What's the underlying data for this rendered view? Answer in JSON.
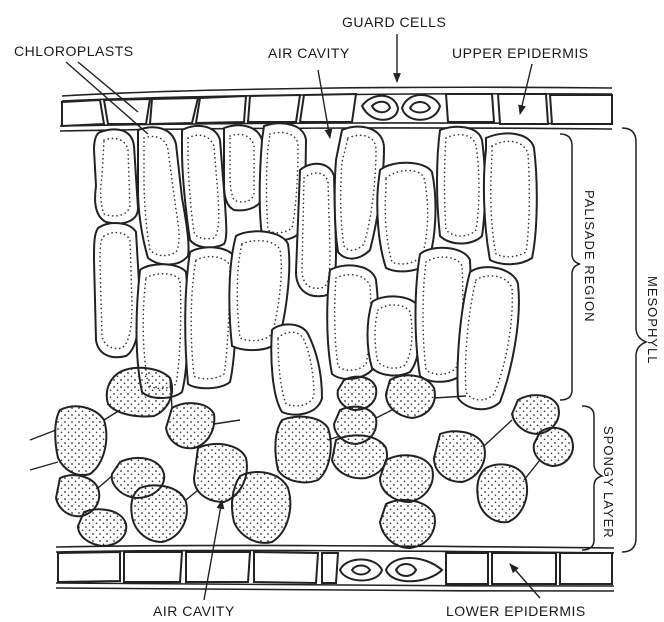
{
  "labels": {
    "guard_cells": "GUARD CELLS",
    "chloroplasts": "CHLOROPLASTS",
    "air_cavity_top": "AIR CAVITY",
    "upper_epidermis": "UPPER EPIDERMIS",
    "palisade_region": "PALISADE REGION",
    "mesophyll": "MESOPHYLL",
    "spongy_layer": "SPONGY LAYER",
    "air_cavity_bottom": "AIR CAVITY",
    "lower_epidermis": "LOWER EPIDERMIS"
  }
}
